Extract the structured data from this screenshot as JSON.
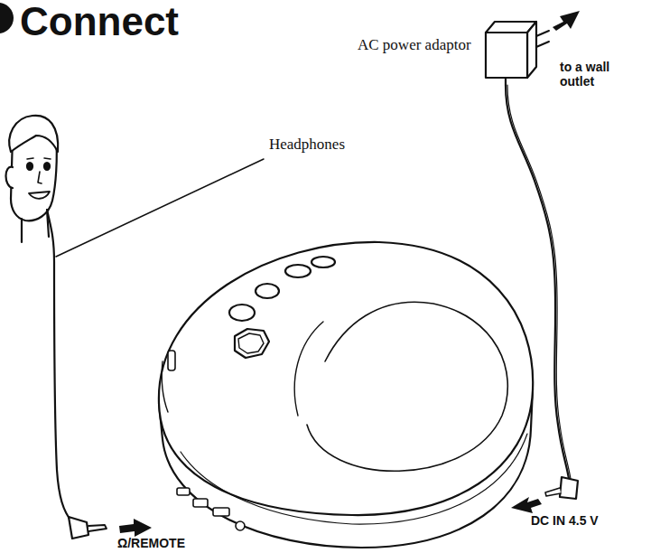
{
  "diagram": {
    "title": "Connect",
    "labels": [
      "AC power adaptor",
      "to a wall outlet",
      "Headphones",
      "DC IN 4.5 V",
      "Ω/REMOTE"
    ]
  }
}
